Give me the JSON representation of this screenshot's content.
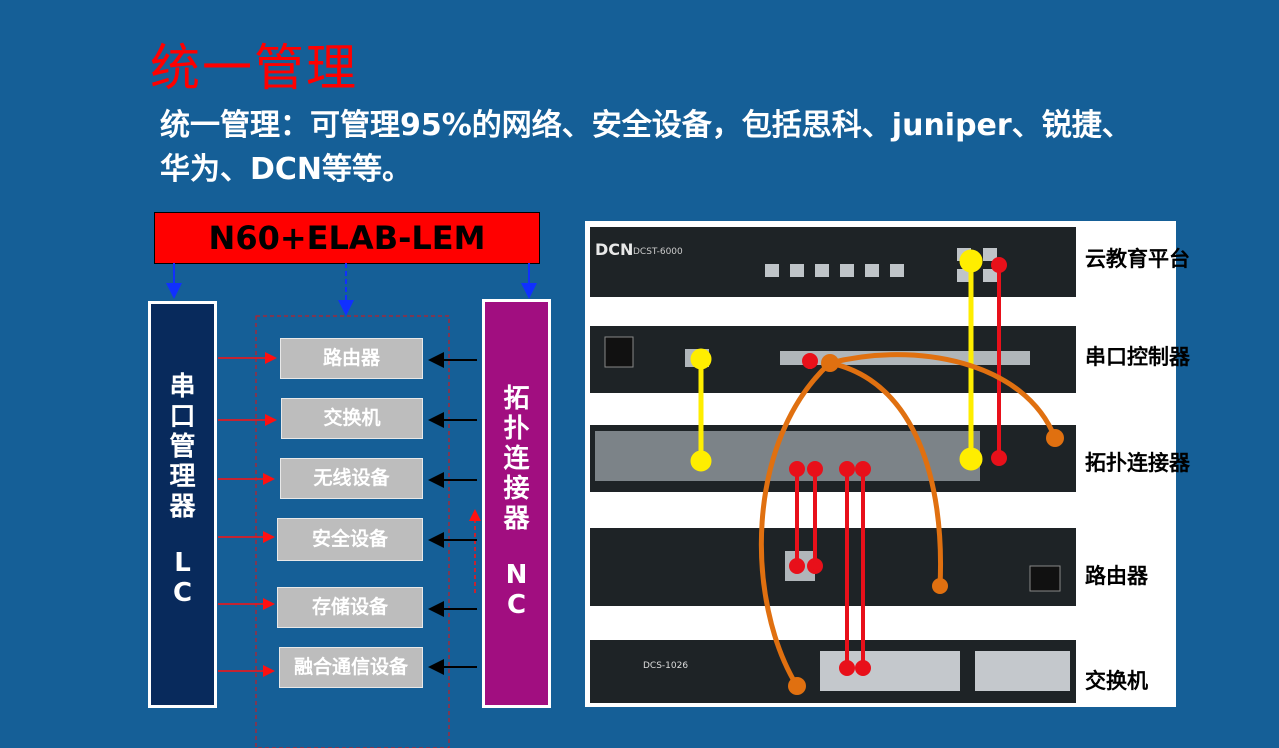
{
  "title": "统一管理",
  "subtitle": "统一管理：可管理95%的网络、安全设备，包括思科、juniper、锐捷、华为、DCN等等。",
  "diagram": {
    "top_box": "N60+ELAB-LEM",
    "left_box": {
      "name": "串口管理器",
      "code": "LC"
    },
    "right_box": {
      "name": "拓扑连接器",
      "code": "NC"
    },
    "devices": [
      "路由器",
      "交换机",
      "无线设备",
      "安全设备",
      "存储设备",
      "融合通信设备"
    ]
  },
  "photo": {
    "labels": [
      "云教育平台",
      "串口控制器",
      "拓扑连接器",
      "路由器",
      "交换机"
    ],
    "device_text": [
      "DCN",
      "DCST-6000",
      "DCS-1026"
    ],
    "colors": {
      "yellow": "#ffee00",
      "red": "#e8101a",
      "orange": "#e07010"
    }
  }
}
